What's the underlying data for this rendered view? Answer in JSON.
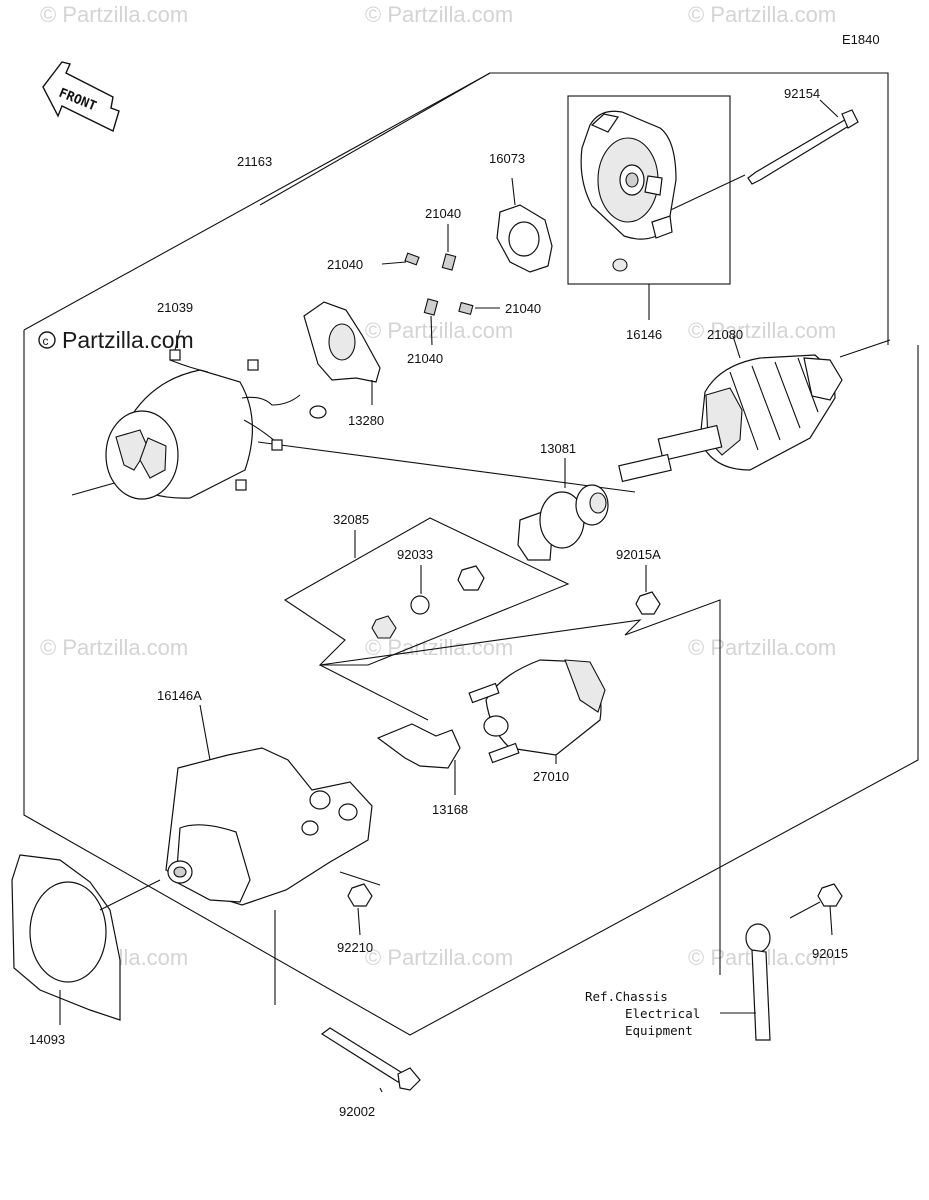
{
  "diagram_code": "E1840",
  "watermark_text": "© Partzilla.com",
  "watermark_main": "Partzilla.com",
  "front_label": "FRONT",
  "labels": {
    "p21163": "21163",
    "p21039": "21039",
    "p13280": "13280",
    "p21040_a": "21040",
    "p21040_b": "21040",
    "p21040_c": "21040",
    "p21040_d": "21040",
    "p16073": "16073",
    "p92154": "92154",
    "p16146": "16146",
    "p21080": "21080",
    "p13081": "13081",
    "p32085": "32085",
    "p92033": "92033",
    "p92015A": "92015A",
    "p16146A": "16146A",
    "p13168": "13168",
    "p27010": "27010",
    "p92210": "92210",
    "p14093": "14093",
    "p92015": "92015",
    "p92002": "92002",
    "ref_line1": "Ref.Chassis",
    "ref_line2": "Electrical",
    "ref_line3": "Equipment"
  }
}
